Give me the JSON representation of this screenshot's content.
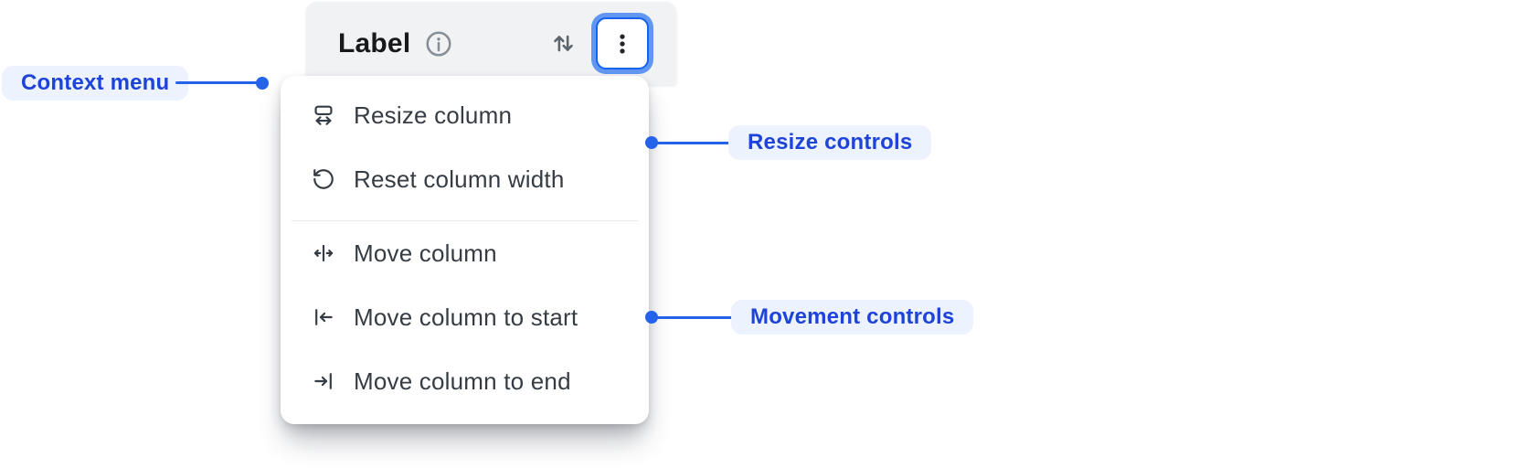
{
  "header": {
    "label": "Label",
    "info_icon": "info-icon",
    "sort_icon": "sort-arrows-icon",
    "menu_button_icon": "kebab-menu-icon"
  },
  "menu": {
    "groups": [
      {
        "name": "resize",
        "items": [
          {
            "icon": "resize-column-icon",
            "label": "Resize column"
          },
          {
            "icon": "reset-column-width-icon",
            "label": "Reset column width"
          }
        ]
      },
      {
        "name": "movement",
        "items": [
          {
            "icon": "move-column-icon",
            "label": "Move column"
          },
          {
            "icon": "move-column-start-icon",
            "label": "Move column to start"
          },
          {
            "icon": "move-column-end-icon",
            "label": "Move column to end"
          }
        ]
      }
    ]
  },
  "annotations": {
    "context_menu": {
      "label": "Context menu"
    },
    "resize_controls": {
      "label": "Resize controls"
    },
    "movement_controls": {
      "label": "Movement controls"
    }
  },
  "colors": {
    "accent-line": "#2563eb",
    "annotation-text": "#1d43d8",
    "annotation-bg": "#ecf2fe",
    "header-bg": "#f0f2f4",
    "menu-bg": "#ffffff",
    "label-text": "#17191c",
    "item-text": "#363c43",
    "icon-muted": "#868e96",
    "ring-inner": "#1563ef",
    "ring-outer": "#6197f3",
    "divider": "#e7e9ec"
  }
}
